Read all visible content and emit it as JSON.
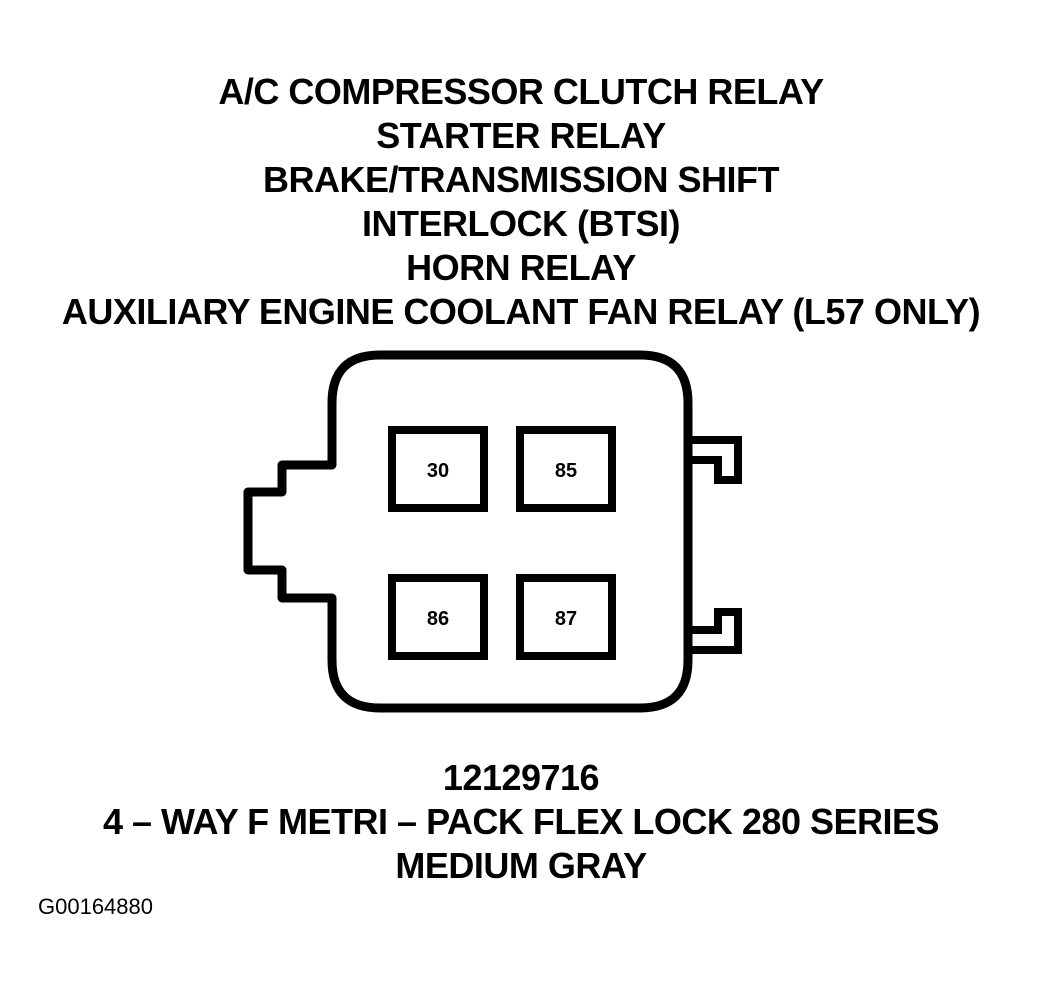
{
  "title_lines": [
    "A/C COMPRESSOR CLUTCH RELAY",
    "STARTER RELAY",
    "BRAKE/TRANSMISSION SHIFT",
    "INTERLOCK (BTSI)",
    "HORN RELAY",
    "AUXILIARY ENGINE COOLANT FAN RELAY (L57 ONLY)"
  ],
  "connector": {
    "terminals": [
      "30",
      "85",
      "86",
      "87"
    ]
  },
  "footer_lines": [
    "12129716",
    "4 – WAY F METRI – PACK FLEX LOCK 280 SERIES",
    "MEDIUM GRAY"
  ],
  "figure_id": "G00164880"
}
